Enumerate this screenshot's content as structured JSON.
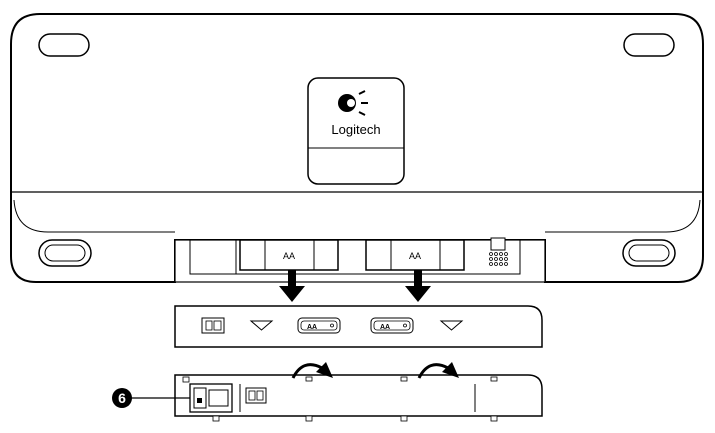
{
  "logo": {
    "brand": "Logitech"
  },
  "batteries": {
    "slot_labels": [
      "AA",
      "AA"
    ],
    "cover_labels": [
      "AA",
      "AA"
    ]
  },
  "callout": {
    "number": "6"
  },
  "icons": {
    "logo_mark": "logitech-eye-logo-icon",
    "arrow_down": "arrow-down-icon",
    "arrow_curved": "curved-arrow-icon",
    "receiver": "usb-receiver-icon",
    "triangle": "triangle-down-icon",
    "battery": "battery-icon"
  },
  "colors": {
    "line": "#000000",
    "background": "#ffffff",
    "callout_fill": "#000000"
  }
}
